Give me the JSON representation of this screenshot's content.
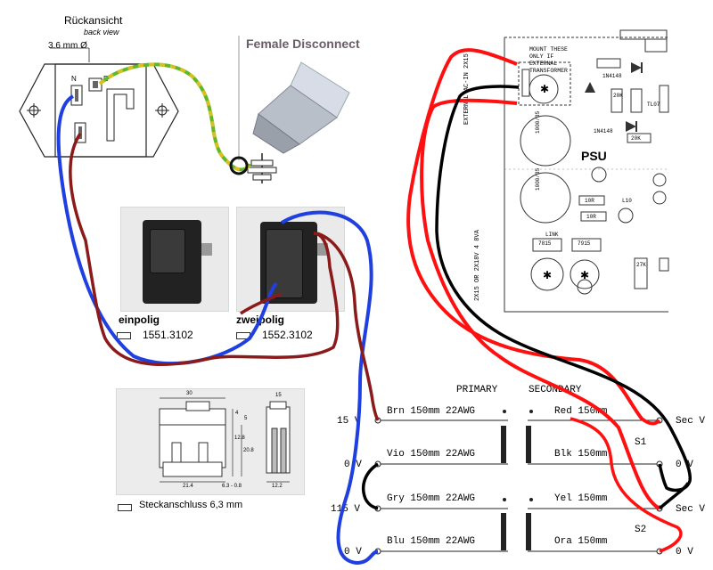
{
  "socket": {
    "title": "Rückansicht",
    "subtitle": "back view",
    "hole_label": "3.6 mm Ø",
    "pin_n": "N",
    "pin_e": "E"
  },
  "disconnect": {
    "title": "Female Disconnect"
  },
  "switches": {
    "single": {
      "label": "einpolig",
      "part": "1551.3102"
    },
    "double": {
      "label": "zweipolig",
      "part": "1552.3102"
    },
    "drawing": {
      "dims": [
        "30",
        "15",
        "4",
        "5",
        "12.8",
        "20.8",
        "21.4",
        "6.3 - 0.8",
        "12.2"
      ],
      "connector": "Steckanschluss 6,3 mm"
    }
  },
  "pcb": {
    "psu_label": "PSU",
    "mount_note": "MOUNT THESE ONLY IF EXTERNAL TRANSFORMER",
    "vertical_1": "EXTERNAL AC-IN 2X15",
    "vertical_2": "2X15 OR 2X18V 4 8VA",
    "components": [
      "1N4148",
      "1N4148",
      "1000/35",
      "1000/35",
      "10R",
      "10R",
      "20K",
      "20K",
      "7815",
      "7915",
      "27K",
      "L10",
      "LINK",
      "TL07"
    ]
  },
  "transformer": {
    "primary_header": "PRIMARY",
    "secondary_header": "SECONDARY",
    "primary": [
      {
        "volt": "15 V",
        "wire": "Brn 150mm 22AWG"
      },
      {
        "volt": "0 V",
        "wire": "Vio 150mm 22AWG"
      },
      {
        "volt": "115 V",
        "wire": "Gry 150mm 22AWG"
      },
      {
        "volt": "0 V",
        "wire": "Blu 150mm 22AWG"
      }
    ],
    "secondary": [
      {
        "wire": "Red 150mm",
        "out": "Sec V"
      },
      {
        "wire": "Blk 150mm",
        "out": "0 V"
      },
      {
        "wire": "Yel 150mm",
        "out": "Sec V"
      },
      {
        "wire": "Ora 150mm",
        "out": "0 V"
      }
    ],
    "s1": "S1",
    "s2": "S2"
  },
  "colors": {
    "blue_wire": "#1f3fe0",
    "brown_wire": "#8b1a1a",
    "red_wire": "#ff1010",
    "black_wire": "#000000",
    "earth_green": "#5fb82c",
    "earth_yellow": "#d8c020"
  }
}
